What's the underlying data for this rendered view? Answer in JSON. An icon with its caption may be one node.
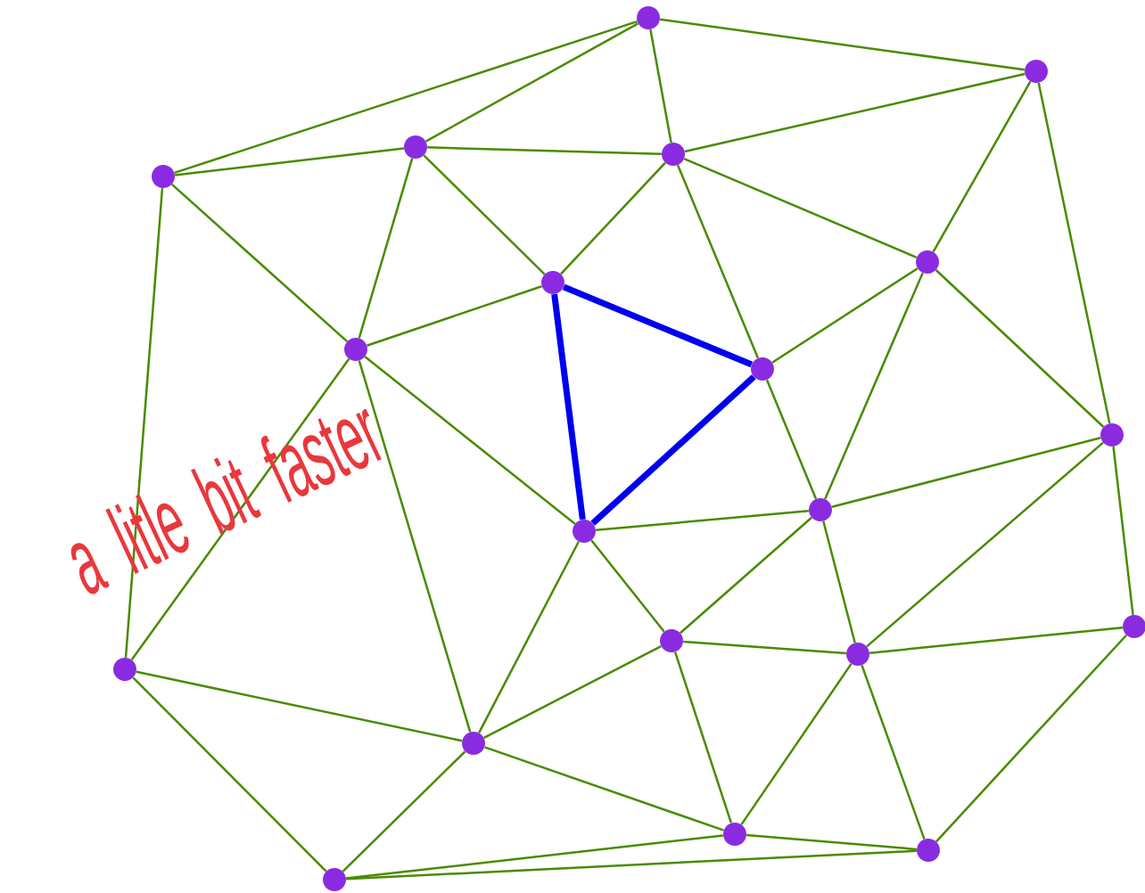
{
  "diagram": {
    "nodes": [
      {
        "text": [],
        "shape": "circle"
      },
      {
        "text": [],
        "shape": "circle"
      },
      {
        "text": [],
        "shape": "circle"
      },
      {
        "text": [],
        "shape": "circle"
      },
      {
        "text": [],
        "shape": "circle"
      },
      {
        "text": [],
        "shape": "circle"
      },
      {
        "text": [],
        "shape": "circle"
      },
      {
        "text": [],
        "shape": "circle"
      },
      {
        "text": [],
        "shape": "circle"
      },
      {
        "text": [],
        "shape": "circle"
      },
      {
        "text": [],
        "shape": "circle"
      },
      {
        "text": [],
        "shape": "circle"
      },
      {
        "text": [],
        "shape": "circle"
      },
      {
        "text": [],
        "shape": "circle"
      },
      {
        "text": [],
        "shape": "circle"
      },
      {
        "text": [],
        "shape": "circle"
      },
      {
        "text": [],
        "shape": "circle"
      },
      {
        "text": [],
        "shape": "circle"
      },
      {
        "text": [],
        "shape": "circle"
      },
      {
        "text": [],
        "shape": "circle"
      }
    ],
    "edges": [
      {
        "from": 0,
        "to": 1,
        "arrow": "none"
      },
      {
        "from": 0,
        "to": 4,
        "arrow": "none"
      },
      {
        "from": 0,
        "to": 2,
        "arrow": "none"
      },
      {
        "from": 0,
        "to": 3,
        "arrow": "none"
      },
      {
        "from": 1,
        "to": 3,
        "arrow": "none"
      },
      {
        "from": 1,
        "to": 5,
        "arrow": "none"
      },
      {
        "from": 1,
        "to": 9,
        "arrow": "none"
      },
      {
        "from": 4,
        "to": 2,
        "arrow": "none"
      },
      {
        "from": 2,
        "to": 3,
        "arrow": "none"
      },
      {
        "from": 4,
        "to": 7,
        "arrow": "none"
      },
      {
        "from": 4,
        "to": 13,
        "arrow": "none"
      },
      {
        "from": 2,
        "to": 7,
        "arrow": "none"
      },
      {
        "from": 2,
        "to": 6,
        "arrow": "none"
      },
      {
        "from": 3,
        "to": 6,
        "arrow": "none"
      },
      {
        "from": 3,
        "to": 8,
        "arrow": "none"
      },
      {
        "from": 3,
        "to": 5,
        "arrow": "none"
      },
      {
        "from": 6,
        "to": 7,
        "arrow": "none"
      },
      {
        "from": 6,
        "to": 8,
        "arrow": "none",
        "style": "thick",
        "color": "#0000ee"
      },
      {
        "from": 6,
        "to": 11,
        "arrow": "none",
        "style": "thick",
        "color": "#0000ee"
      },
      {
        "from": 8,
        "to": 11,
        "arrow": "none",
        "style": "thick",
        "color": "#0000ee"
      },
      {
        "from": 5,
        "to": 8,
        "arrow": "none"
      },
      {
        "from": 5,
        "to": 10,
        "arrow": "none"
      },
      {
        "from": 5,
        "to": 9,
        "arrow": "none"
      },
      {
        "from": 7,
        "to": 11,
        "arrow": "none"
      },
      {
        "from": 7,
        "to": 13,
        "arrow": "none"
      },
      {
        "from": 7,
        "to": 16,
        "arrow": "none"
      },
      {
        "from": 8,
        "to": 10,
        "arrow": "none"
      },
      {
        "from": 10,
        "to": 9,
        "arrow": "none"
      },
      {
        "from": 10,
        "to": 11,
        "arrow": "none"
      },
      {
        "from": 10,
        "to": 14,
        "arrow": "none"
      },
      {
        "from": 10,
        "to": 15,
        "arrow": "none"
      },
      {
        "from": 11,
        "to": 14,
        "arrow": "none"
      },
      {
        "from": 11,
        "to": 16,
        "arrow": "none"
      },
      {
        "from": 9,
        "to": 15,
        "arrow": "none"
      },
      {
        "from": 9,
        "to": 12,
        "arrow": "none"
      },
      {
        "from": 12,
        "to": 15,
        "arrow": "none"
      },
      {
        "from": 12,
        "to": 18,
        "arrow": "none"
      },
      {
        "from": 14,
        "to": 15,
        "arrow": "none"
      },
      {
        "from": 14,
        "to": 16,
        "arrow": "none"
      },
      {
        "from": 14,
        "to": 17,
        "arrow": "none"
      },
      {
        "from": 15,
        "to": 17,
        "arrow": "none"
      },
      {
        "from": 15,
        "to": 18,
        "arrow": "none"
      },
      {
        "from": 13,
        "to": 16,
        "arrow": "none"
      },
      {
        "from": 13,
        "to": 19,
        "arrow": "none"
      },
      {
        "from": 16,
        "to": 19,
        "arrow": "none"
      },
      {
        "from": 16,
        "to": 17,
        "arrow": "none"
      },
      {
        "from": 17,
        "to": 19,
        "arrow": "none"
      },
      {
        "from": 18,
        "to": 19,
        "arrow": "none"
      },
      {
        "from": 17,
        "to": 18,
        "arrow": "none"
      }
    ],
    "labels": [
      "a litle bit faster"
    ]
  }
}
